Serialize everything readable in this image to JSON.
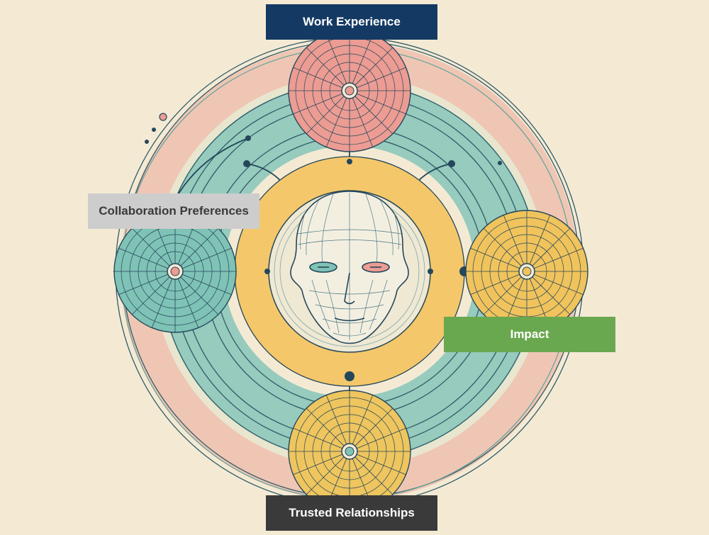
{
  "labels": {
    "work_experience": "Work Experience",
    "collaboration_preferences": "Collaboration Preferences",
    "impact": "Impact",
    "trusted_relationships": "Trusted Relationships"
  },
  "colors": {
    "background": "#f4ead4",
    "outer_ring": "#efc6b4",
    "teal_ring": "#96cbbd",
    "yellow_ring": "#f4c76a",
    "line": "#24475a",
    "work_node": "#ec9c93",
    "collab_node": "#7fc2b6",
    "impact_node": "#f0c35c",
    "trust_node": "#eec55e",
    "work_label_bg": "#143a63",
    "collab_label_bg": "#cdcdcd",
    "impact_label_bg": "#6aa84f",
    "trust_label_bg": "#3a3a3a"
  },
  "icons": {
    "center": "head-icon",
    "nodes": "radial-web-icon"
  }
}
